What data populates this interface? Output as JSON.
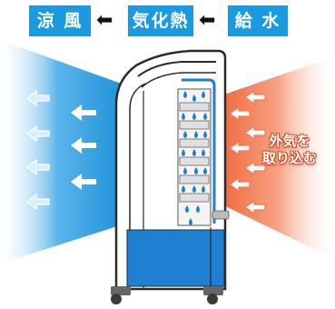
{
  "flow": {
    "cool_air": "涼 風",
    "heat_of_vaporization": "気化熱",
    "water_supply": "給 水",
    "arrow_glyph": "🡐"
  },
  "outside_air_label": {
    "line1": "外気を",
    "line2": "取り込む"
  },
  "colors": {
    "accent_blue": "#1a9be0",
    "tank_blue": "#1f7fd0",
    "warm_orange": "#f0845a"
  }
}
